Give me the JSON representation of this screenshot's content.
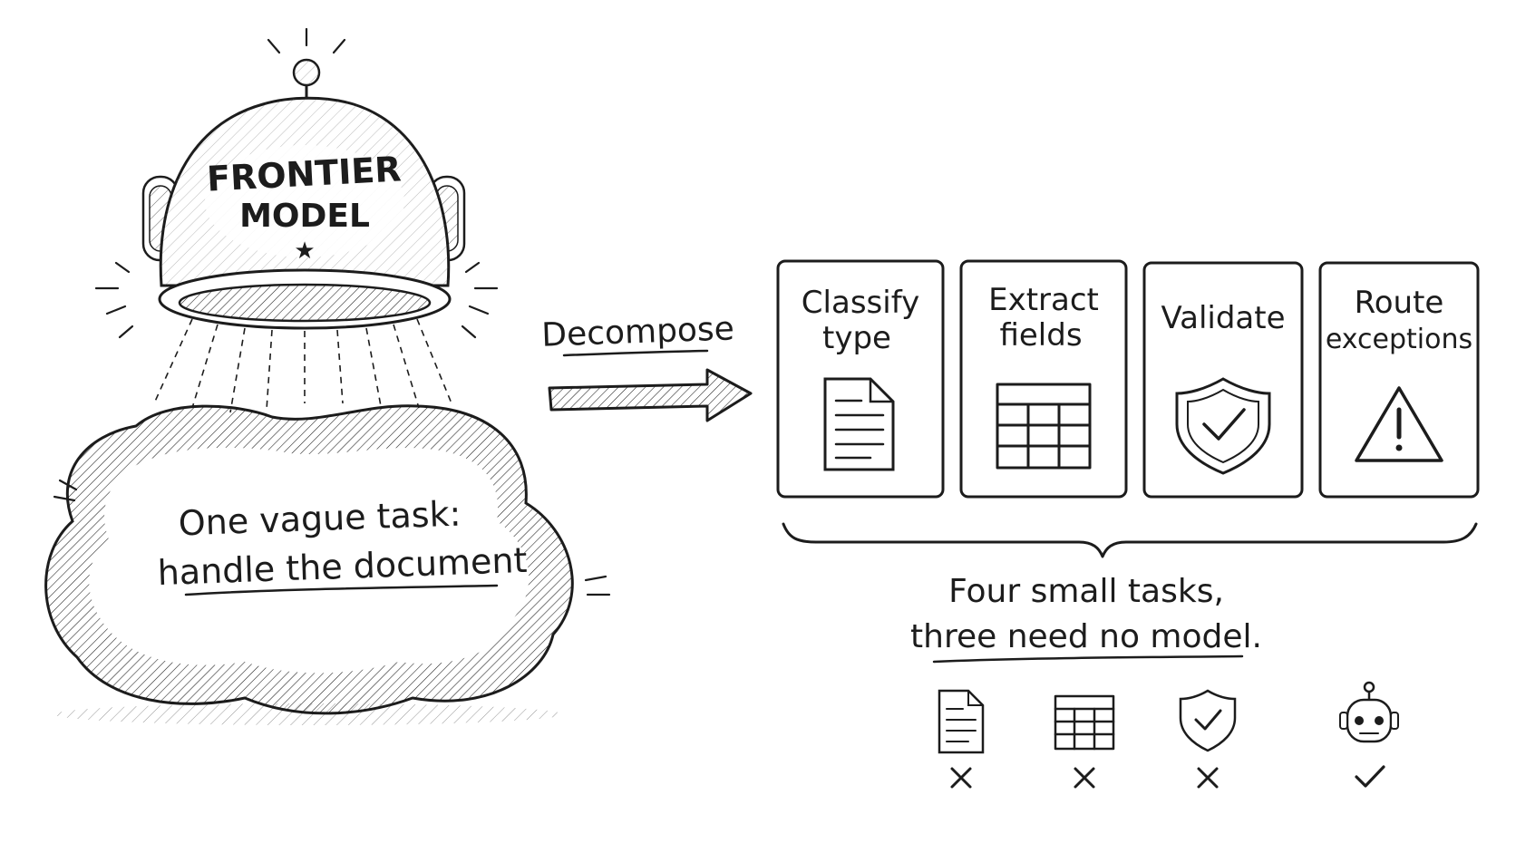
{
  "helmet": {
    "line1": "FRONTIER",
    "line2": "MODEL"
  },
  "cloud": {
    "line1": "One vague task:",
    "line2": "handle the document"
  },
  "arrow_label": "Decompose",
  "cards": [
    {
      "line1": "Classify",
      "line2": "type",
      "icon": "document-icon"
    },
    {
      "line1": "Extract",
      "line2": "fields",
      "icon": "table-icon"
    },
    {
      "line1": "Validate",
      "line2": "",
      "icon": "shield-check-icon"
    },
    {
      "line1": "Route",
      "line2": "exceptions",
      "icon": "warning-icon"
    }
  ],
  "summary": {
    "line1": "Four small tasks,",
    "line2": "three need no model."
  },
  "bottom_row": [
    {
      "icon": "document-icon",
      "mark": "cross-icon"
    },
    {
      "icon": "table-icon",
      "mark": "cross-icon"
    },
    {
      "icon": "shield-check-icon",
      "mark": "cross-icon"
    },
    {
      "icon": "robot-icon",
      "mark": "checkmark-icon"
    }
  ],
  "colors": {
    "ink": "#1c1c1c",
    "background": "#ffffff"
  }
}
